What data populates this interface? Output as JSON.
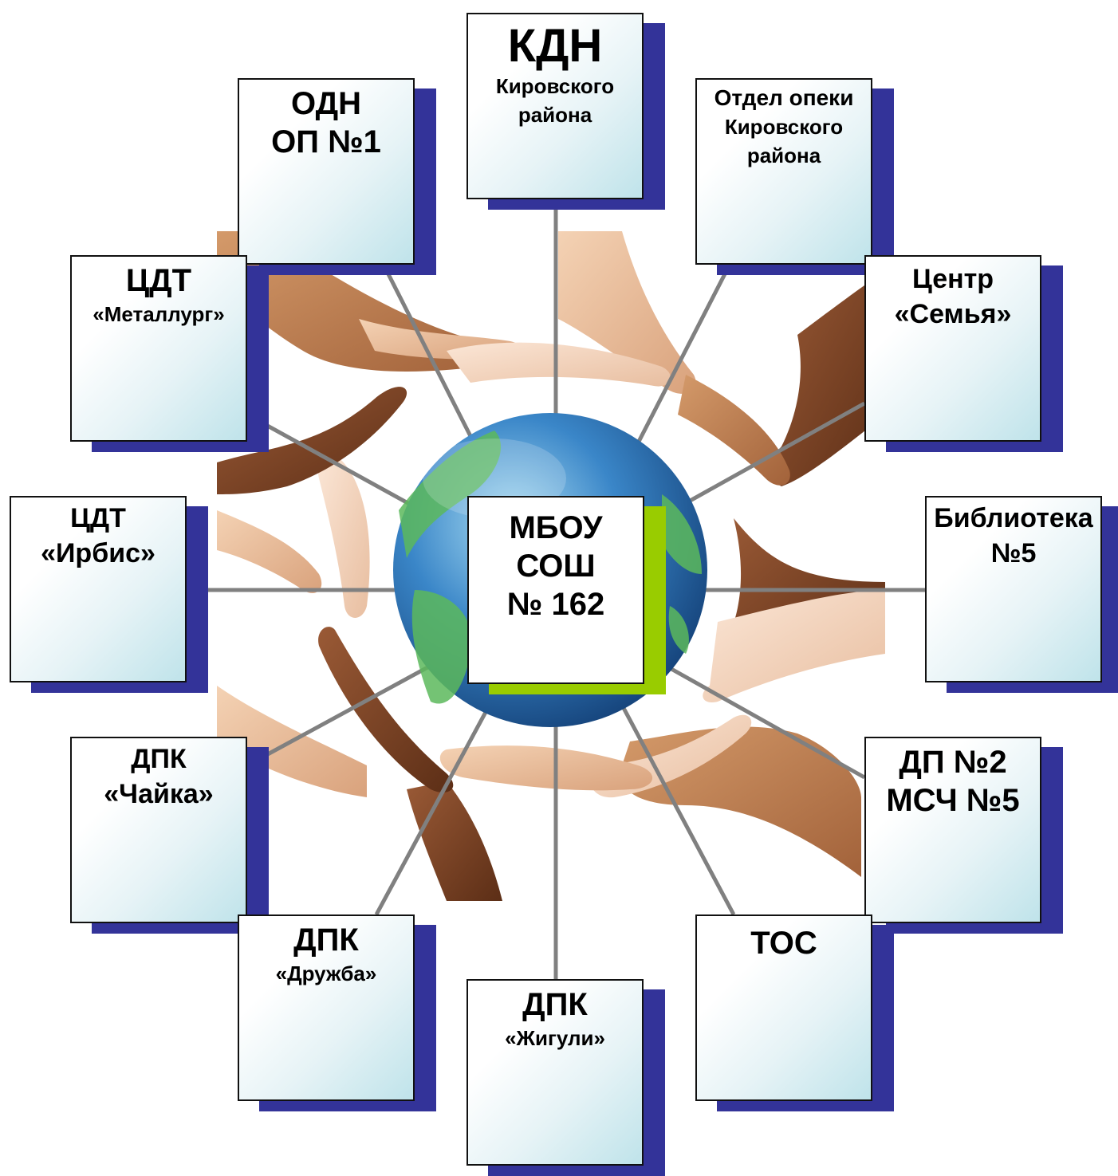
{
  "center": {
    "line1": "МБОУ",
    "line2": "СОШ",
    "line3": "№ 162"
  },
  "partners": {
    "kdn": {
      "title": "КДН",
      "line2": "Кировского",
      "line3": "района"
    },
    "odn": {
      "line1": "ОДН",
      "line2": "ОП №1"
    },
    "opeka": {
      "line1": "Отдел опеки",
      "line2": "Кировского",
      "line3": "района"
    },
    "cdt_met": {
      "line1": "ЦДТ",
      "line2": "«Металлург»"
    },
    "semya": {
      "line1": "Центр",
      "line2": "«Семья»"
    },
    "cdt_irbis": {
      "line1": "ЦДТ",
      "line2": "«Ирбис»"
    },
    "biblioteka": {
      "line1": "Библиотека",
      "line2": "№5"
    },
    "chaika": {
      "line1": "ДПК",
      "line2": "«Чайка»"
    },
    "dp2": {
      "line1": "ДП №2",
      "line2": "МСЧ №5"
    },
    "druzhba": {
      "line1": "ДПК",
      "line2": "«Дружба»"
    },
    "tos": {
      "line1": "ТОС"
    },
    "zhiguli": {
      "line1": "ДПК",
      "line2": "«Жигули»"
    }
  },
  "colors": {
    "box_shadow": "#333399",
    "center_accent": "#99cc00",
    "connector": "#808080",
    "globe_ocean": "#2e6fb0",
    "globe_land": "#5cb85c"
  },
  "icons": [
    "globe-icon",
    "hands-circle-icon"
  ]
}
